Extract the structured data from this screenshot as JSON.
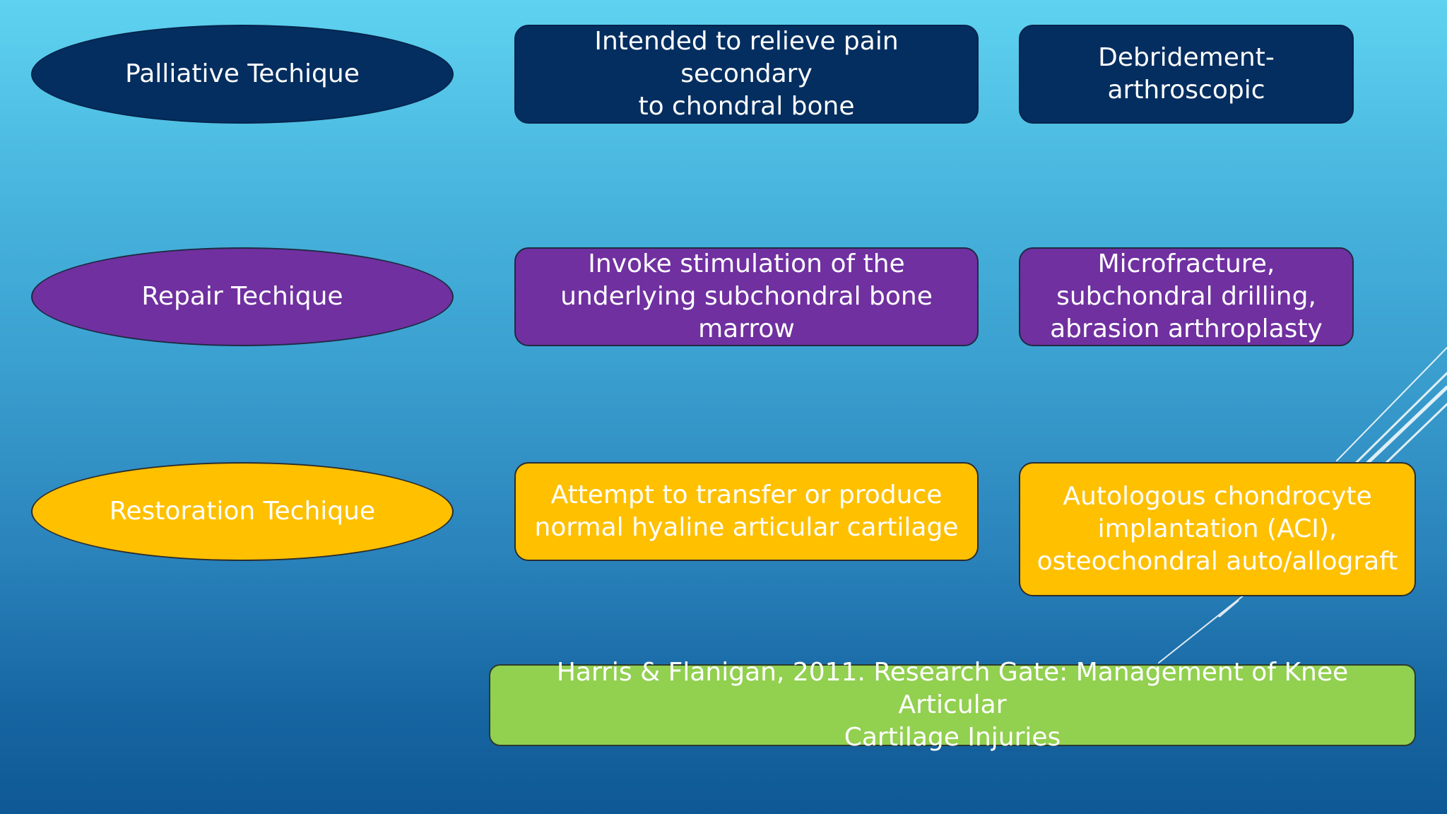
{
  "rows": [
    {
      "technique": "Palliative Techique",
      "description": "Intended to relieve pain secondary\nto chondral bone",
      "examples": "Debridement-\narthroscopic"
    },
    {
      "technique": "Repair Techique",
      "description": "Invoke stimulation of the\nunderlying subchondral bone\nmarrow",
      "examples": "Microfracture,\nsubchondral drilling,\nabrasion arthroplasty"
    },
    {
      "technique": "Restoration Techique",
      "description": "Attempt to transfer or produce\nnormal hyaline articular cartilage",
      "examples": "Autologous chondrocyte\nimplantation (ACI),\nosteochondral auto/allograft"
    }
  ],
  "citation": "Harris & Flanigan, 2011. Research Gate: Management of Knee Articular\nCartilage Injuries",
  "colors": {
    "palliative": "#042e60",
    "repair": "#7030a0",
    "restoration": "#ffc000",
    "citation": "#92d050",
    "text": "#ffffff"
  }
}
